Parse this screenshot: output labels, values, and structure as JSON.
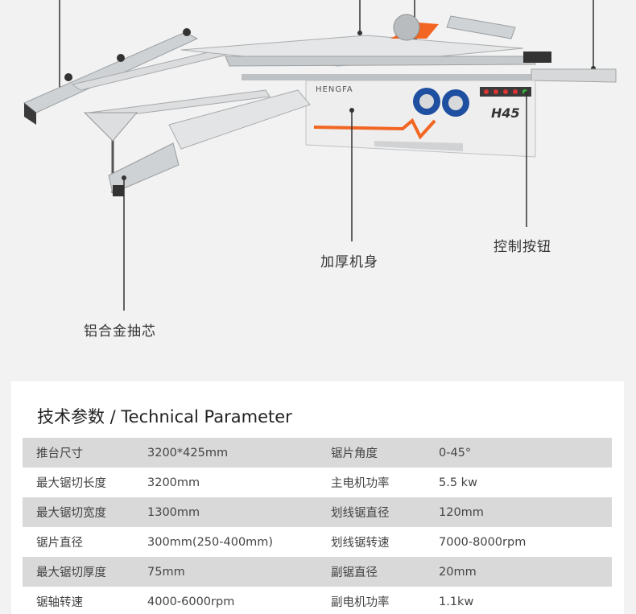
{
  "brand": {
    "logo_text": "HENGFA",
    "model": "H45"
  },
  "callouts": {
    "body": "加厚机身",
    "controls": "控制按钮",
    "core": "铝合金抽芯"
  },
  "parameters": {
    "title": "技术参数 / Technical Parameter",
    "rows": [
      {
        "label1": "推台尺寸",
        "value1": "3200*425mm",
        "label2": "锯片角度",
        "value2": "0-45°"
      },
      {
        "label1": "最大锯切长度",
        "value1": "3200mm",
        "label2": "主电机功率",
        "value2": "5.5 kw"
      },
      {
        "label1": "最大锯切宽度",
        "value1": "1300mm",
        "label2": "划线锯直径",
        "value2": "120mm"
      },
      {
        "label1": "锯片直径",
        "value1": "300mm(250-400mm)",
        "label2": "划线锯转速",
        "value2": "7000-8000rpm"
      },
      {
        "label1": "最大锯切厚度",
        "value1": "75mm",
        "label2": "副锯直径",
        "value2": "20mm"
      },
      {
        "label1": "锯轴转速",
        "value1": "4000-6000rpm",
        "label2": "副电机功率",
        "value2": "1.1kw"
      }
    ]
  },
  "colors": {
    "background": "#f2f2f2",
    "card": "#ffffff",
    "row_shade": "#d9d9d9",
    "accent_orange": "#f26522",
    "wheel_blue": "#1f4fa0",
    "metal": "#c9ccce"
  }
}
